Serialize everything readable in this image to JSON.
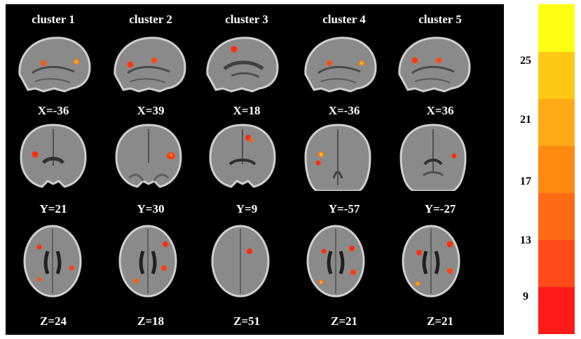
{
  "clusters": [
    "cluster 1",
    "cluster 2",
    "cluster 3",
    "cluster 4",
    "cluster 5"
  ],
  "row1_labels": [
    "X=-36",
    "X=39",
    "X=18",
    "X=-36",
    "X=36"
  ],
  "row2_labels": [
    "Y=21",
    "Y=30",
    "Y=9",
    "Y=-57",
    "Y=-27"
  ],
  "row3_labels": [
    "Z=24",
    "Z=18",
    "Z=51",
    "Z=21",
    "Z=21"
  ],
  "colorbar": {
    "ticks": [
      "25",
      "21",
      "17",
      "13",
      "9"
    ],
    "colors": [
      "#ff1a1a",
      "#ff4a1a",
      "#ff6a14",
      "#ff8a12",
      "#ffaa14",
      "#ffc814",
      "#ffff14"
    ]
  },
  "colors": {
    "panel_bg": "#000000",
    "label_text": "#ffffff",
    "tick_text": "#000000"
  }
}
